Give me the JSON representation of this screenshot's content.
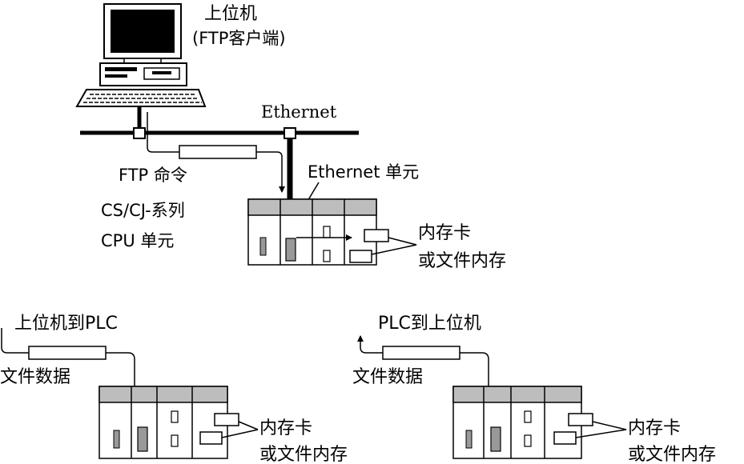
{
  "top": {
    "host_title": "上位机",
    "host_subtitle": "(FTP客户端)",
    "network_label": "Ethernet",
    "command_label": "FTP 命令",
    "eth_unit_label": "Ethernet 单元",
    "cpu_label_line1": "CS/CJ-系列",
    "cpu_label_line2": "CPU 单元",
    "memory_line1": "内存卡",
    "memory_line2": "或文件内存"
  },
  "bottom_left": {
    "direction_label": "上位机到PLC",
    "data_label": "文件数据",
    "memory_line1": "内存卡",
    "memory_line2": "或文件内存"
  },
  "bottom_right": {
    "direction_label": "PLC到上位机",
    "data_label": "文件数据",
    "memory_line1": "内存卡",
    "memory_line2": "或文件内存"
  }
}
